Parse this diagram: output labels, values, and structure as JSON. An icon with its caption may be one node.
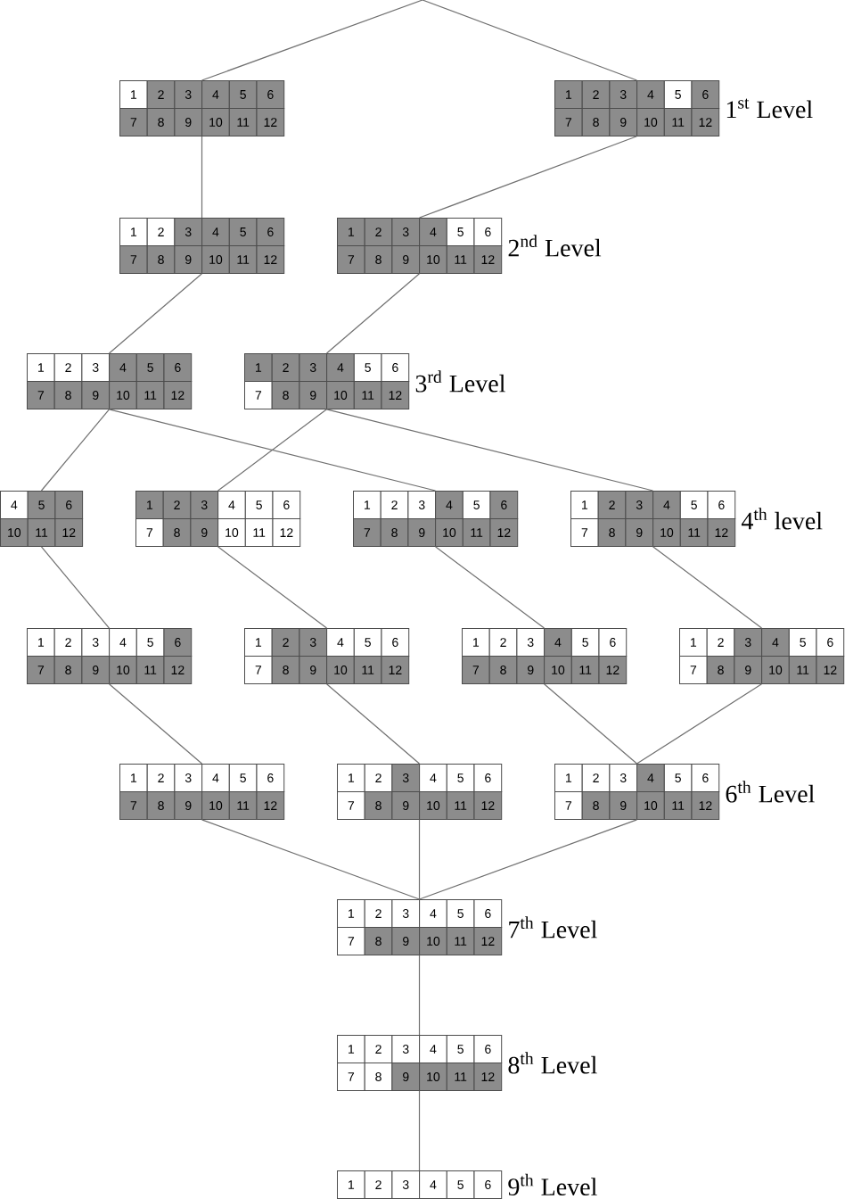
{
  "diagram": {
    "nodes": [
      {
        "text": [
          "1",
          "2",
          "3",
          "4",
          "5",
          "6",
          "7",
          "8",
          "9",
          "10",
          "11",
          "12"
        ]
      },
      {
        "text": [
          "1",
          "2",
          "3",
          "4",
          "5",
          "6",
          "7",
          "8",
          "9",
          "10",
          "11",
          "12"
        ],
        "beside": [
          "1$^{st}$ Level"
        ]
      },
      {
        "text": [
          "1",
          "2",
          "3",
          "4",
          "5",
          "6",
          "7",
          "8",
          "9",
          "10",
          "11",
          "12"
        ]
      },
      {
        "text": [
          "1",
          "2",
          "3",
          "4",
          "5",
          "6",
          "7",
          "8",
          "9",
          "10",
          "11",
          "12"
        ],
        "beside": [
          "2$^{nd}$ Level"
        ]
      },
      {
        "text": [
          "1",
          "2",
          "3",
          "4",
          "5",
          "6",
          "7",
          "8",
          "9",
          "10",
          "11",
          "12"
        ]
      },
      {
        "text": [
          "1",
          "2",
          "3",
          "4",
          "5",
          "6",
          "7",
          "8",
          "9",
          "10",
          "11",
          "12"
        ],
        "beside": [
          "3$^{rd}$ Level"
        ]
      },
      {
        "text": [
          "4",
          "5",
          "6",
          "10",
          "11",
          "12"
        ]
      },
      {
        "text": [
          "1",
          "2",
          "3",
          "4",
          "5",
          "6",
          "7",
          "8",
          "9",
          "10",
          "11",
          "12"
        ]
      },
      {
        "text": [
          "1",
          "2",
          "3",
          "4",
          "5",
          "6",
          "7",
          "8",
          "9",
          "10",
          "11",
          "12"
        ]
      },
      {
        "text": [
          "1",
          "2",
          "3",
          "4",
          "5",
          "6",
          "7",
          "8",
          "9",
          "10",
          "11",
          "12"
        ],
        "beside": [
          "4$^{th}$ level"
        ]
      },
      {
        "text": [
          "1",
          "2",
          "3",
          "4",
          "5",
          "6",
          "7",
          "8",
          "9",
          "10",
          "11",
          "12"
        ]
      },
      {
        "text": [
          "1",
          "2",
          "3",
          "4",
          "5",
          "6",
          "7",
          "8",
          "9",
          "10",
          "11",
          "12"
        ]
      },
      {
        "text": [
          "1",
          "2",
          "3",
          "4",
          "5",
          "6",
          "7",
          "8",
          "9",
          "10",
          "11",
          "12"
        ]
      },
      {
        "text": [
          "1",
          "2",
          "3",
          "4",
          "5",
          "6",
          "7",
          "8",
          "9",
          "10",
          "11",
          "12"
        ]
      },
      {
        "text": [
          "1",
          "2",
          "3",
          "4",
          "5",
          "6",
          "7",
          "8",
          "9",
          "10",
          "11",
          "12"
        ]
      },
      {
        "text": [
          "1",
          "2",
          "3",
          "4",
          "5",
          "6",
          "7",
          "8",
          "9",
          "10",
          "11",
          "12"
        ]
      },
      {
        "text": [
          "1",
          "2",
          "3",
          "4",
          "5",
          "6",
          "7",
          "8",
          "9",
          "10",
          "11",
          "12"
        ],
        "beside": [
          "6$^{th}$ Level"
        ]
      },
      {
        "text": [
          "1",
          "2",
          "3",
          "4",
          "5",
          "6",
          "7",
          "8",
          "9",
          "10",
          "11",
          "12"
        ],
        "beside": [
          "7$^{th}$ Level"
        ]
      },
      {
        "text": [
          "1",
          "2",
          "3",
          "4",
          "5",
          "6",
          "7",
          "8",
          "9",
          "10",
          "11",
          "12"
        ],
        "beside": [
          "8$^{th}$ Level"
        ]
      },
      {
        "text": [
          "1",
          "2",
          "3",
          "4",
          "5",
          "6"
        ],
        "beside": [
          "9$^{th}$ Level"
        ]
      }
    ],
    "edges": [
      {
        "from": null,
        "to": 0,
        "arrow": "none"
      },
      {
        "from": null,
        "to": 1,
        "arrow": "none"
      },
      {
        "from": 0,
        "to": 2,
        "arrow": "none"
      },
      {
        "from": 1,
        "to": 3,
        "arrow": "none"
      },
      {
        "from": 2,
        "to": 4,
        "arrow": "none"
      },
      {
        "from": 3,
        "to": 5,
        "arrow": "none"
      },
      {
        "from": 4,
        "to": 6,
        "arrow": "none"
      },
      {
        "from": 4,
        "to": 8,
        "arrow": "none"
      },
      {
        "from": 5,
        "to": 7,
        "arrow": "none"
      },
      {
        "from": 5,
        "to": 9,
        "arrow": "none"
      },
      {
        "from": 6,
        "to": 10,
        "arrow": "none"
      },
      {
        "from": 7,
        "to": 11,
        "arrow": "none"
      },
      {
        "from": 8,
        "to": 12,
        "arrow": "none"
      },
      {
        "from": 9,
        "to": 13,
        "arrow": "none"
      },
      {
        "from": 10,
        "to": 14,
        "arrow": "none"
      },
      {
        "from": 11,
        "to": 15,
        "arrow": "none"
      },
      {
        "from": 12,
        "to": 16,
        "arrow": "none"
      },
      {
        "from": 13,
        "to": 16,
        "arrow": "none"
      },
      {
        "from": 14,
        "to": 17,
        "arrow": "none"
      },
      {
        "from": 15,
        "to": 17,
        "arrow": "none"
      },
      {
        "from": 16,
        "to": 17,
        "arrow": "none"
      },
      {
        "from": 17,
        "to": 18,
        "arrow": "none"
      },
      {
        "from": 18,
        "to": 19,
        "arrow": "none"
      }
    ]
  }
}
